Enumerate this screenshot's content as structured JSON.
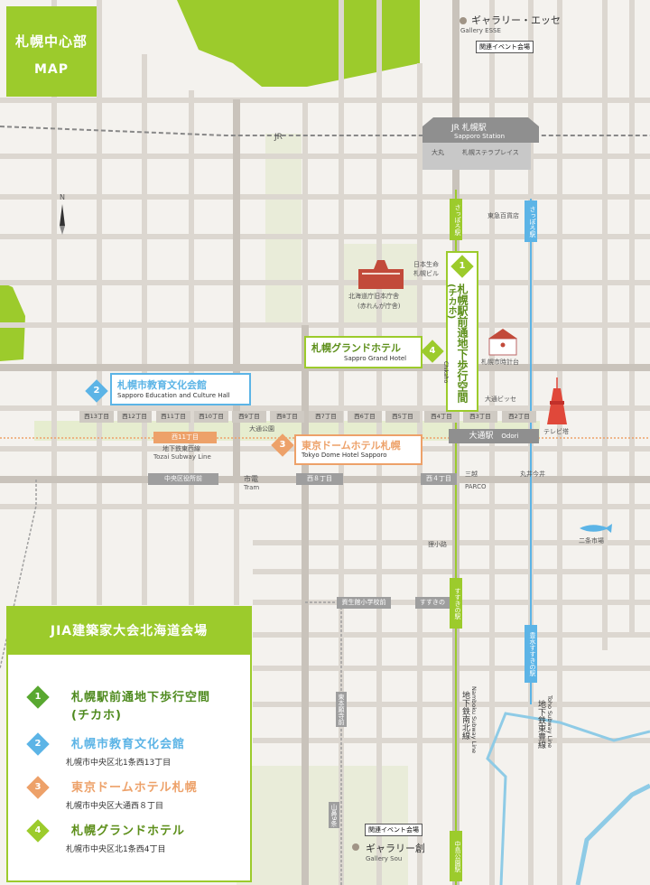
{
  "title": {
    "line1": "札幌中心部",
    "line2": "MAP"
  },
  "north": "N",
  "colors": {
    "green": "#9ccb2c",
    "blue": "#5cb4e6",
    "orange": "#eda169",
    "gray": "#9e9e9e",
    "jr": "#888888"
  },
  "jr_label": "JR",
  "jr_station": {
    "name": "JR 札幌駅",
    "en": "Sapporo Station",
    "daimaru": "大丸",
    "stellar": "札幌ステラプレイス"
  },
  "galleries": {
    "esse": {
      "name": "ギャラリー・エッセ",
      "en": "Gallery ESSE",
      "tag": "関連イベント会場"
    },
    "sou": {
      "name": "ギャラリー創",
      "en": "Gallery Sou",
      "tag": "関連イベント会場"
    }
  },
  "landmarks": {
    "tokyu": "東急百貨店",
    "nissei": "日本生命\n札幌ビル",
    "akarenga": "北海道庁旧本庁舎",
    "akarenga_sub": "(赤れんが庁舎)",
    "clock": "札幌市時計台",
    "bics": "大通ビッセ",
    "tv": "テレビ塔",
    "odori_park": "大通公園",
    "mitsukoshi": "三越",
    "marui": "丸井今井",
    "parco": "PARCO",
    "tanukikoji": "狸小路",
    "nijo": "二条市場",
    "tram": "市電",
    "tram_en": "Tram"
  },
  "streets": [
    "西13丁目",
    "西12丁目",
    "西11丁目",
    "西10丁目",
    "西9丁目",
    "西8丁目",
    "西7丁目",
    "西6丁目",
    "西5丁目",
    "西4丁目",
    "西3丁目",
    "西2丁目"
  ],
  "stations": {
    "odori": "大通駅",
    "odori_en": "Odori",
    "nishi11": "西11丁目",
    "tozai": "地下鉄東西線",
    "tozai_en": "Tozai Subway Line",
    "chuokuyakushomae": "中央区役所前",
    "nishi8": "西８丁目",
    "nishi4": "西４丁目",
    "shiseikan": "資生館小学校前",
    "susukino_tram": "すすきの",
    "susukino_n": "すすきの駅",
    "hosui": "豊水すすきの駅",
    "sapporo_n": "さっぽろ駅",
    "sapporo_t": "さっぽろ駅",
    "nanboku": "地下鉄南北線",
    "nanboku_en": "Namboku Subway Line",
    "toho": "地下鉄東豊線",
    "toho_en": "Toho Subway Line",
    "higashi_honganji": "東本願寺前",
    "yamahana9": "山鼻9条",
    "nakajima": "中島公園駅"
  },
  "venues": [
    {
      "num": "1",
      "jp": "札幌駅前通地下歩行空間",
      "jp_short": "(チカホ)",
      "en": "Chikaho"
    },
    {
      "num": "2",
      "jp": "札幌市教育文化会館",
      "en": "Sapporo Education and Culture Hall"
    },
    {
      "num": "3",
      "jp": "東京ドームホテル札幌",
      "en": "Tokyo Dome Hotel Sapporo"
    },
    {
      "num": "4",
      "jp": "札幌グランドホテル",
      "en": "Sappro Grand Hotel"
    }
  ],
  "legend": {
    "heading": "JIA建築家大会北海道会場",
    "items": [
      {
        "num": "1",
        "name": "札幌駅前通地下歩行空間",
        "sub": "(チカホ)",
        "addr": ""
      },
      {
        "num": "2",
        "name": "札幌市教育文化会館",
        "addr": "札幌市中央区北1条西13丁目"
      },
      {
        "num": "3",
        "name": "東京ドームホテル札幌",
        "addr": "札幌市中央区大通西８丁目"
      },
      {
        "num": "4",
        "name": "札幌グランドホテル",
        "addr": "札幌市中央区北1条西4丁目"
      }
    ]
  }
}
